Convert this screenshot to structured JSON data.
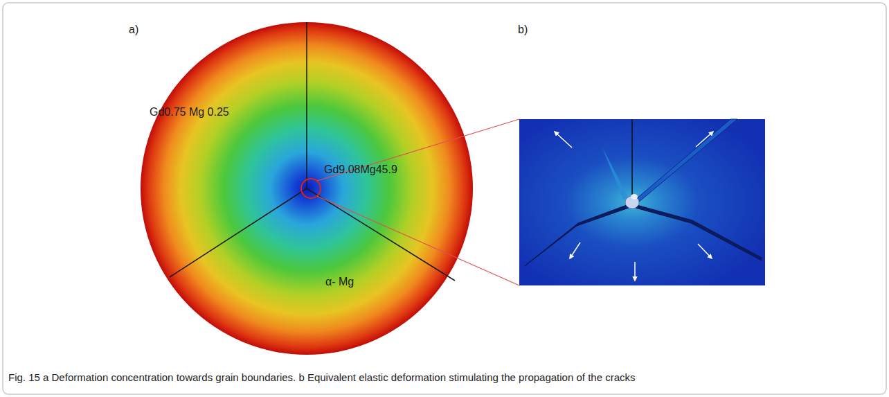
{
  "diagram": {
    "caption": "Fig. 15 a Deformation concentration towards grain boundaries. b Equivalent elastic deformation stimulating the propagation of the cracks",
    "labels": [
      "a)",
      "b)",
      "Gd0.75 Mg 0.25",
      "Gd9.08Mg45.9",
      "α- Mg"
    ]
  }
}
